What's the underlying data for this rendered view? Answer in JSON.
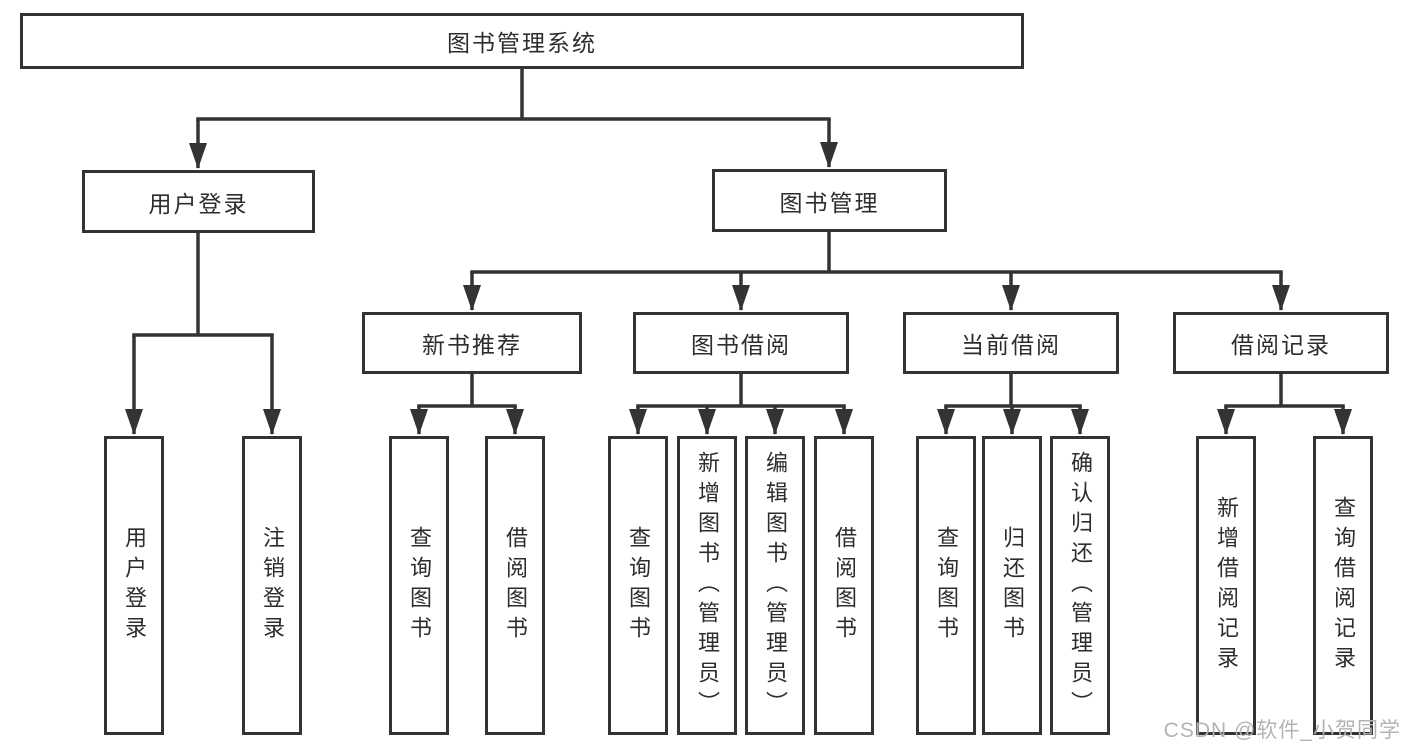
{
  "nodes": {
    "root": {
      "label": "图书管理系统"
    },
    "user_login": {
      "label": "用户登录",
      "children": [
        {
          "label": "用户登录"
        },
        {
          "label": "注销登录"
        }
      ]
    },
    "book_mgmt": {
      "label": "图书管理",
      "children": [
        {
          "label": "新书推荐",
          "children": [
            {
              "label": "查询图书"
            },
            {
              "label": "借阅图书"
            }
          ]
        },
        {
          "label": "图书借阅",
          "children": [
            {
              "label": "查询图书"
            },
            {
              "label": "新增图书（管理员）"
            },
            {
              "label": "编辑图书（管理员）"
            },
            {
              "label": "借阅图书"
            }
          ]
        },
        {
          "label": "当前借阅",
          "children": [
            {
              "label": "查询图书"
            },
            {
              "label": "归还图书"
            },
            {
              "label": "确认归还（管理员）"
            }
          ]
        },
        {
          "label": "借阅记录",
          "children": [
            {
              "label": "新增借阅记录"
            },
            {
              "label": "查询借阅记录"
            }
          ]
        }
      ]
    }
  },
  "watermark": "CSDN @软件_小贺同学",
  "colors": {
    "line": "#333333",
    "text": "#2d2d2d",
    "watermark": "#b3b3b3",
    "background": "#ffffff"
  }
}
